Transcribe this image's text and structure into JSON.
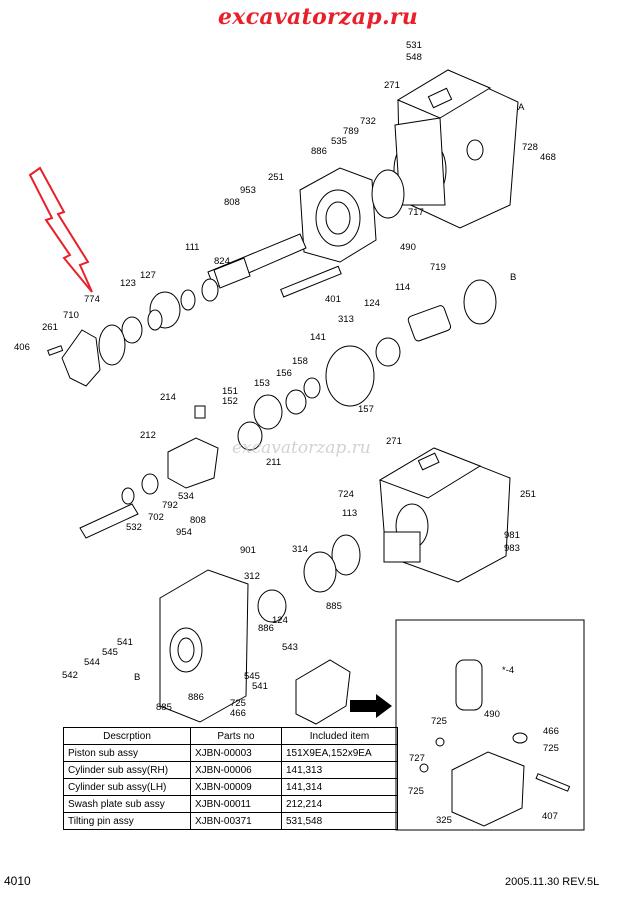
{
  "brand": "excavatorzap.ru",
  "watermark": "excavatorzap.ru",
  "table": {
    "headers": [
      "Descrption",
      "Parts no",
      "Included item"
    ],
    "rows": [
      [
        "Piston sub assy",
        "XJBN-00003",
        "151X9EA,152x9EA"
      ],
      [
        "Cylinder sub assy(RH)",
        "XJBN-00006",
        "141,313"
      ],
      [
        "Cylinder sub assy(LH)",
        "XJBN-00009",
        "141,314"
      ],
      [
        "Swash plate sub assy",
        "XJBN-00011",
        "212,214"
      ],
      [
        "Tilting pin assy",
        "XJBN-00371",
        "531,548"
      ]
    ]
  },
  "footer": {
    "page": "4010",
    "date_rev": "2005.11.30  REV.5L"
  },
  "callouts": [
    "531",
    "548",
    "271",
    "A",
    "732",
    "789",
    "535",
    "886",
    "728",
    "468",
    "251",
    "717",
    "953",
    "808",
    "490",
    "111",
    "824",
    "127",
    "123",
    "774",
    "401",
    "719",
    "B",
    "114",
    "710",
    "261",
    "406",
    "124",
    "313",
    "141",
    "158",
    "156",
    "153",
    "157",
    "214",
    "151",
    "152",
    "212",
    "211",
    "792",
    "534",
    "702",
    "532",
    "724",
    "271",
    "251",
    "113",
    "981",
    "983",
    "808",
    "954",
    "901",
    "312",
    "314",
    "885",
    "124",
    "541",
    "545",
    "544",
    "542",
    "B",
    "885",
    "886",
    "725",
    "466",
    "543",
    "545",
    "541",
    "886",
    "*-4",
    "725",
    "490",
    "466",
    "725",
    "727",
    "725",
    "325",
    "407"
  ],
  "colors": {
    "brand": "#e8202a",
    "arrow_red": "#e8202a"
  }
}
